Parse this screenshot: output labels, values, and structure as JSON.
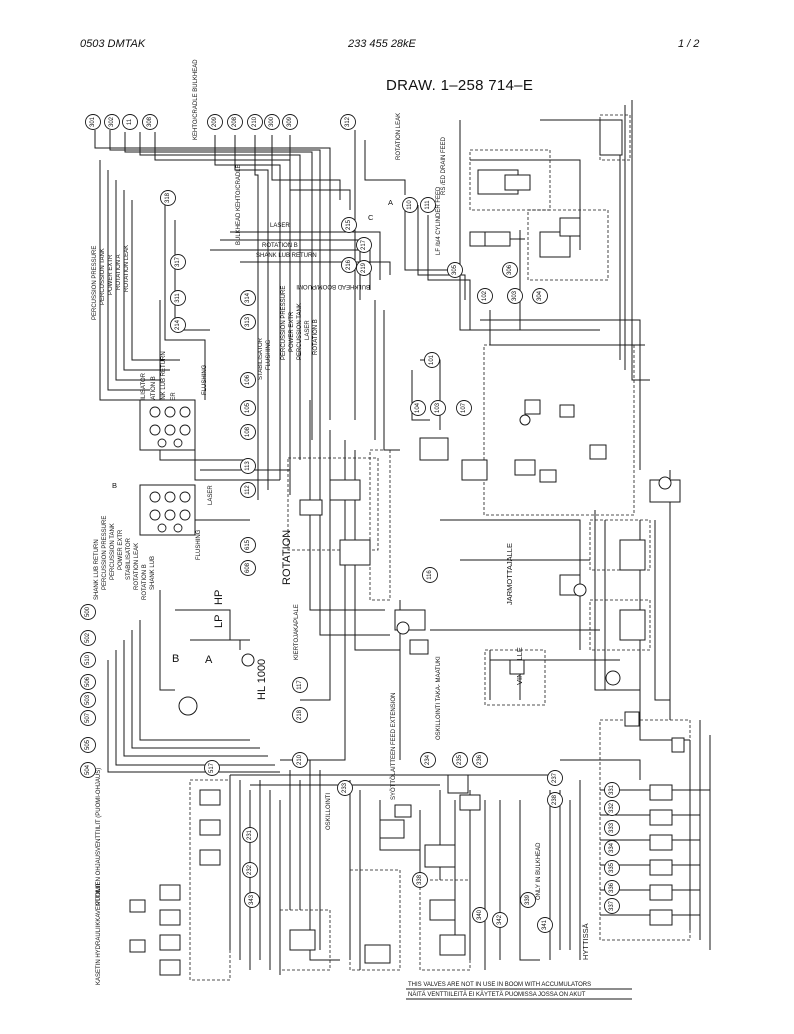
{
  "header": {
    "left": "0503   DMTAK",
    "center": "233 455 28kE",
    "right": "1 /  2"
  },
  "drawing_title": "DRAW. 1–258 714–E",
  "callouts": [
    "301",
    "302",
    "11",
    "308",
    "209",
    "208",
    "210",
    "300",
    "309",
    "312",
    "318",
    "317",
    "311",
    "214",
    "215",
    "217",
    "216",
    "219",
    "314",
    "313",
    "110",
    "111",
    "305",
    "306",
    "303",
    "304",
    "102",
    "101",
    "104",
    "103",
    "107",
    "106",
    "105",
    "108",
    "113",
    "112",
    "615",
    "608",
    "500",
    "502",
    "510",
    "506",
    "503",
    "507",
    "505",
    "504",
    "517",
    "116",
    "117",
    "218",
    "210",
    "231",
    "232",
    "233",
    "234",
    "235",
    "236",
    "237",
    "238",
    "339",
    "331",
    "332",
    "333",
    "334",
    "335",
    "336",
    "337",
    "338",
    "340",
    "342",
    "341",
    "343"
  ],
  "labels": {
    "kehto_cradle_bulkhead": "KEHTO/CRADLE BULKHEAD",
    "bulkhead_kehto_cradle": "BULKHEAD KEHTO/CRADLE",
    "rotation_leak": "ROTATION LEAK",
    "rs_ed_drain_feed": "RS /ED DRAIN FEED",
    "lf_cylinder_feed": "LF /b/4 CYLINDER FEED",
    "bulkhead_boom": "BULKHEAD BOOM/PUOMI",
    "percussion_pressure": "PERCUSSION PRESSURE",
    "percussion_tank": "PERCUSSION TANK",
    "power_extr": "POWER EXTR",
    "rotation_a": "ROTATION A",
    "rotation_leak_s": "ROTATION LEAK",
    "rotation_b": "ROTATION B",
    "shank_lub_return": "SHANK LUB RETURN",
    "laser": "LASER",
    "flushing": "FLUSHING",
    "stabilisator": "STABILISATOR",
    "shank_lub": "SHANK LUB",
    "rotation_big": "ROTATION",
    "hp": "HP",
    "lp": "LP",
    "hl_1000": "HL 1000",
    "kiertojakaplale": "KIERTOJAKAPLALE",
    "jarruottajalle": "JARMOTTAJALLE",
    "vinssille": "VINSSILLE",
    "oskillointi": "OSKILLOINTI TAKA- MAATUKI",
    "oskillointi_short": "OSKILLOINTI",
    "syotto": "SYÖTTÖLAITTEEN FEED EXTENSION",
    "only_in_bulkhead": "ONLY IN BULKHEAD",
    "hyttissa": "HYTTISSÄ",
    "puomi_ohjaus": "PUOMIEN OHJAUSVENTTIILIT (PUOMI-OHJAUS)",
    "kasetti": "KASETIN HYDRAULIIKKAVENTTIILIT",
    "not_in_use": "THIS VALVES ARE NOT IN USE IN BOOM WITH ACCUMULATORS",
    "naita": "NÄITÄ VENTTIILEITÄ EI KÄYTETÄ PUOMISSA JOSSA ON AKUT"
  }
}
